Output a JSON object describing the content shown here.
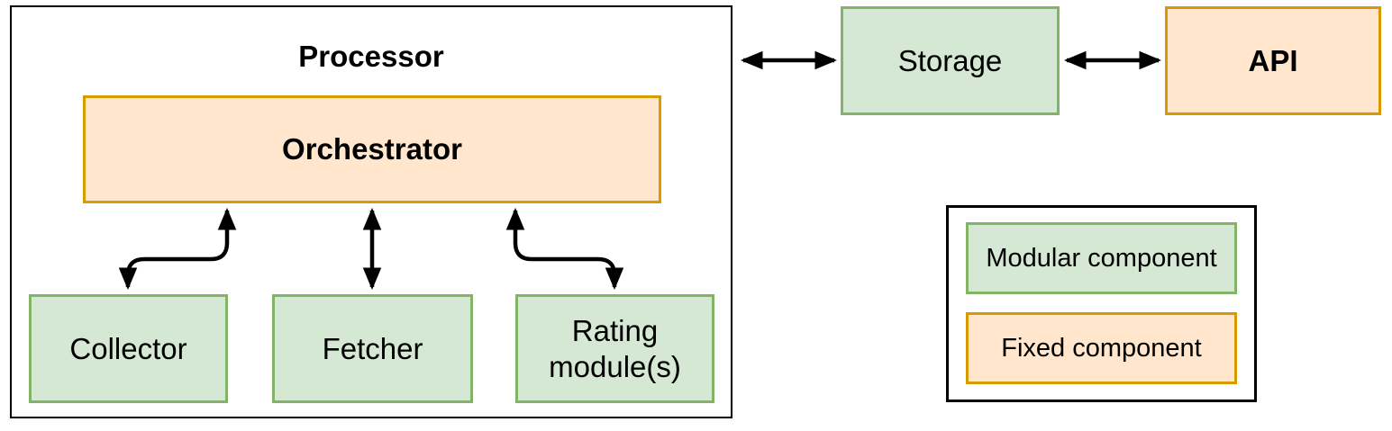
{
  "nodes": {
    "processor": {
      "label": "Processor",
      "type": "container"
    },
    "orchestrator": {
      "label": "Orchestrator",
      "type": "fixed"
    },
    "collector": {
      "label": "Collector",
      "type": "modular"
    },
    "fetcher": {
      "label": "Fetcher",
      "type": "modular"
    },
    "rating_module": {
      "label": "Rating module(s)",
      "type": "modular"
    },
    "storage": {
      "label": "Storage",
      "type": "modular"
    },
    "api": {
      "label": "API",
      "type": "fixed"
    }
  },
  "legend": {
    "modular": {
      "label": "Modular component"
    },
    "fixed": {
      "label": "Fixed component"
    }
  },
  "connections": [
    {
      "from": "Orchestrator",
      "to": "Collector",
      "direction": "bidirectional"
    },
    {
      "from": "Orchestrator",
      "to": "Fetcher",
      "direction": "bidirectional"
    },
    {
      "from": "Orchestrator",
      "to": "Rating module(s)",
      "direction": "bidirectional"
    },
    {
      "from": "Processor",
      "to": "Storage",
      "direction": "bidirectional"
    },
    {
      "from": "Storage",
      "to": "API",
      "direction": "bidirectional"
    }
  ],
  "colors": {
    "modular_fill": "#d5e8d4",
    "modular_border": "#82b366",
    "fixed_fill": "#ffe6cc",
    "fixed_border": "#d79b00",
    "arrow": "#000000",
    "frame_border": "#000000",
    "background": "#ffffff"
  }
}
